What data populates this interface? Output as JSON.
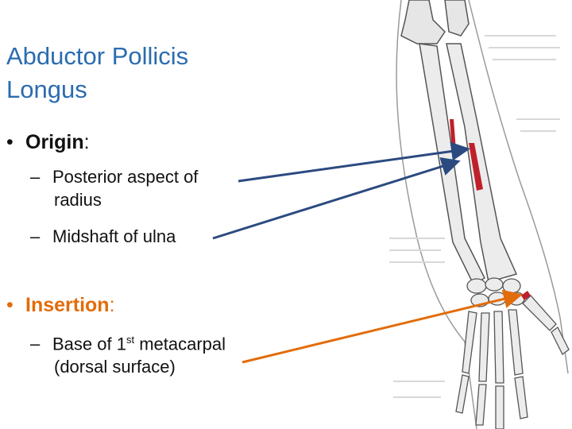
{
  "slide": {
    "title_line1": "Abductor Pollicis",
    "title_line2": "Longus",
    "origin": {
      "bullet": "•",
      "label": "Origin",
      "colon": ":",
      "items": [
        {
          "dash": "–",
          "line1": "Posterior aspect of",
          "line2": "radius"
        },
        {
          "dash": "–",
          "line1": "Midshaft of ulna"
        }
      ]
    },
    "insertion": {
      "bullet": "•",
      "label": "Insertion",
      "colon": ":",
      "item": {
        "dash": "–",
        "pre": "Base of 1",
        "sup": "st",
        "post": " metacarpal",
        "line2": "(dorsal surface)"
      }
    }
  },
  "colors": {
    "title": "#2b6cb0",
    "origin_arrow": "#2b4a80",
    "insertion_arrow": "#e36c0a",
    "muscle": "#c0202a"
  }
}
